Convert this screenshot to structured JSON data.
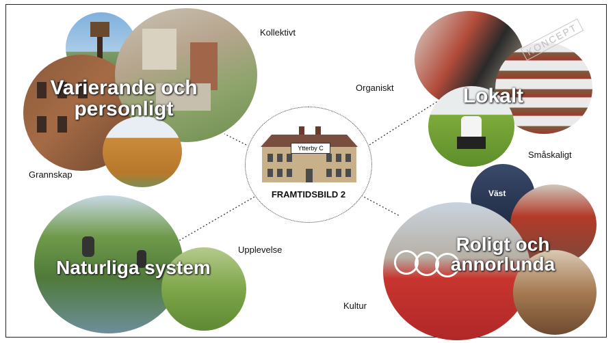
{
  "center": {
    "station_sign": "Ytterby C",
    "caption": "FRAMTIDSBILD 2"
  },
  "clusters": {
    "top_left": {
      "title_line1": "Varierande och",
      "title_line2": "personligt"
    },
    "top_right": {
      "title": "Lokalt"
    },
    "bottom_left": {
      "title": "Naturliga system"
    },
    "bottom_right": {
      "title_line1": "Roligt och",
      "title_line2": "annorlunda"
    }
  },
  "labels": {
    "kollektivt": "Kollektivt",
    "grannskap": "Grannskap",
    "organiskt": "Organiskt",
    "smaskaligt": "Småskaligt",
    "upplevelse": "Upplevelse",
    "kultur": "Kultur"
  },
  "stamp": "KONCEPT",
  "sign": "Väst"
}
